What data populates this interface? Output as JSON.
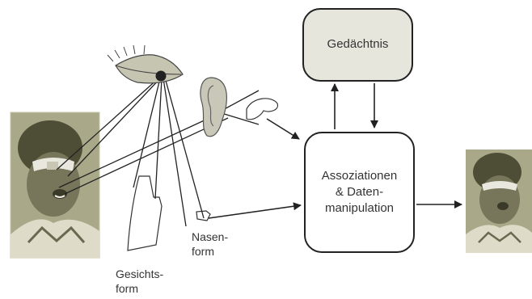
{
  "diagram": {
    "memory_label": "Gedächtnis",
    "association_lines": [
      "Assoziationen",
      "& Daten-",
      "manipulation"
    ],
    "nose_form_lines": [
      "Nasen-",
      "form"
    ],
    "face_form_lines": [
      "Gesichts-",
      "form"
    ]
  },
  "colors": {
    "memory_fill": "#e6e6dc",
    "photo_tone": "#a9a889",
    "line": "#222222"
  },
  "icons": [
    "face-photo",
    "eye-icon",
    "ear-icon",
    "nose-outline",
    "face-outline",
    "arrow"
  ]
}
